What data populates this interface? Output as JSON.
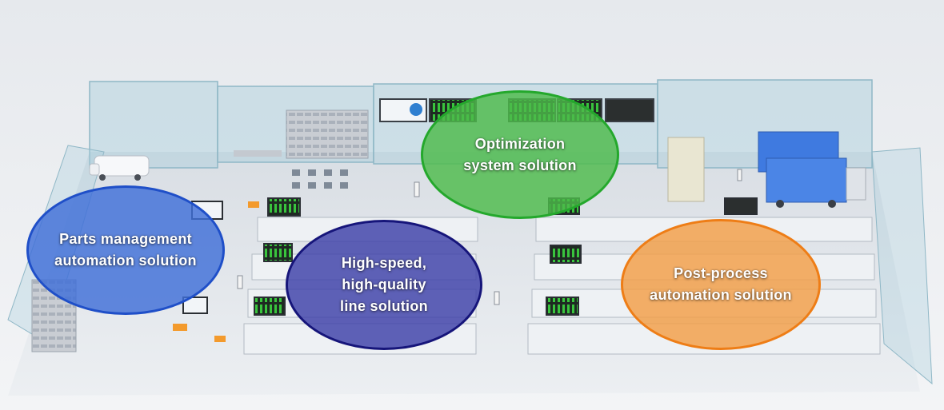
{
  "solutions": {
    "parts_management": {
      "label": "Parts management\nautomation solution",
      "fill": "#3f6fd8",
      "stroke": "#1f4fc8"
    },
    "high_speed_line": {
      "label": "High-speed,\nhigh-quality\nline solution",
      "fill": "#3d3fa8",
      "stroke": "#16157a"
    },
    "optimization": {
      "label": "Optimization\nsystem solution",
      "fill": "#4dbb4a",
      "stroke": "#24a82c"
    },
    "post_process": {
      "label": "Post-process\nautomation solution",
      "fill": "#f2a04a",
      "stroke": "#ee7d16"
    }
  }
}
